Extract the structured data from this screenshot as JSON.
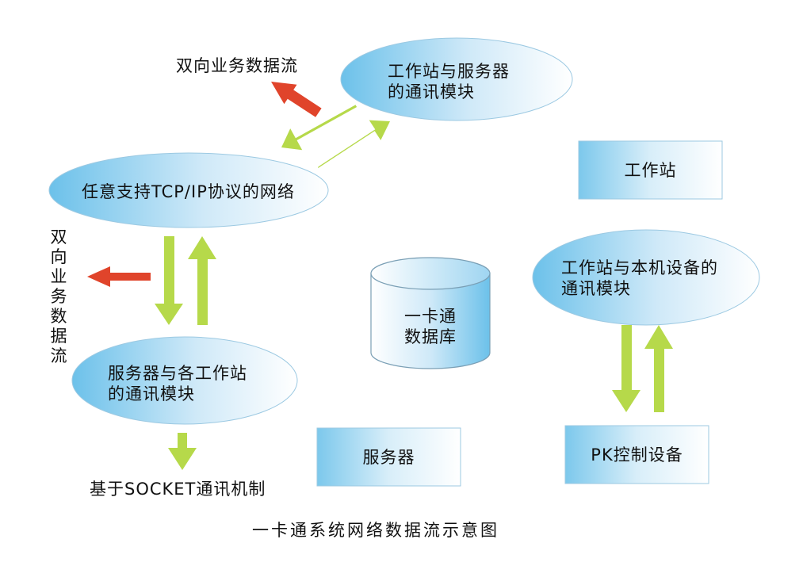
{
  "colors": {
    "node_light": "#eef7fd",
    "node_blue": "#6cc1ea",
    "arrow_green": "#b6d94a",
    "arrow_red": "#e0442b"
  },
  "nodes": {
    "workstation_server_module": "工作站与服务器\n的通讯模块",
    "tcpip_network": "任意支持TCP/IP协议的网络",
    "server_workstations_module": "服务器与各工作站\n的通讯模块",
    "database": "一卡通\n数据库",
    "workstation": "工作站",
    "workstation_device_module": "工作站与本机设备的\n通讯模块",
    "server": "服务器",
    "pk_device": "PK控制设备"
  },
  "labels": {
    "bidirectional_flow_top": "双向业务数据流",
    "bidirectional_flow_left": "双向业务数据流",
    "socket_mechanism": "基于SOCKET通讯机制"
  },
  "caption": "一卡通系统网络数据流示意图"
}
